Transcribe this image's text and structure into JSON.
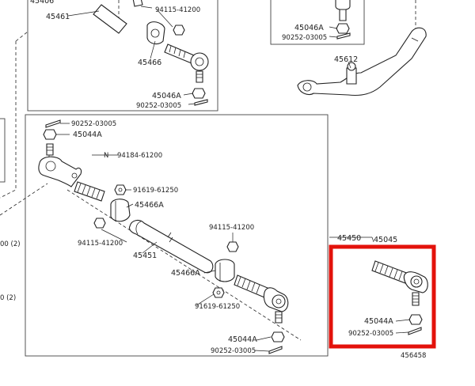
{
  "labels": {
    "top_partial": "45406",
    "l_45461": "45461",
    "l_94115_top": "94115-41200",
    "l_45466_top": "45466",
    "l_45046a_top": "45046A",
    "l_90252_top": "90252-03005",
    "l_45046a_right": "45046A",
    "l_90252_right": "90252-03005",
    "l_45612": "45612",
    "l_90252_main": "90252-03005",
    "l_45044a_main": "45044A",
    "l_n_94184": "N",
    "l_94184": "94184-61200",
    "l_91619_upper": "91619-61250",
    "l_45466a_upper": "45466A",
    "l_94115_lower": "94115-41200",
    "l_45451": "45451",
    "l_94115_right": "94115-41200",
    "l_45466a_lower": "45466A",
    "l_91619_lower": "91619-61250",
    "l_45044a_bottom": "45044A",
    "l_90252_bottom": "90252-03005",
    "l_45450": "45450",
    "l_45045": "45045",
    "l_45044a_hl": "45044A",
    "l_90252_hl": "90252-03005",
    "l_left_200_2": "00 (2)",
    "l_left_0_2": "0 (2)",
    "diagram_id": "456458"
  },
  "colors": {
    "highlight": "#e3120b",
    "line": "#222222"
  }
}
